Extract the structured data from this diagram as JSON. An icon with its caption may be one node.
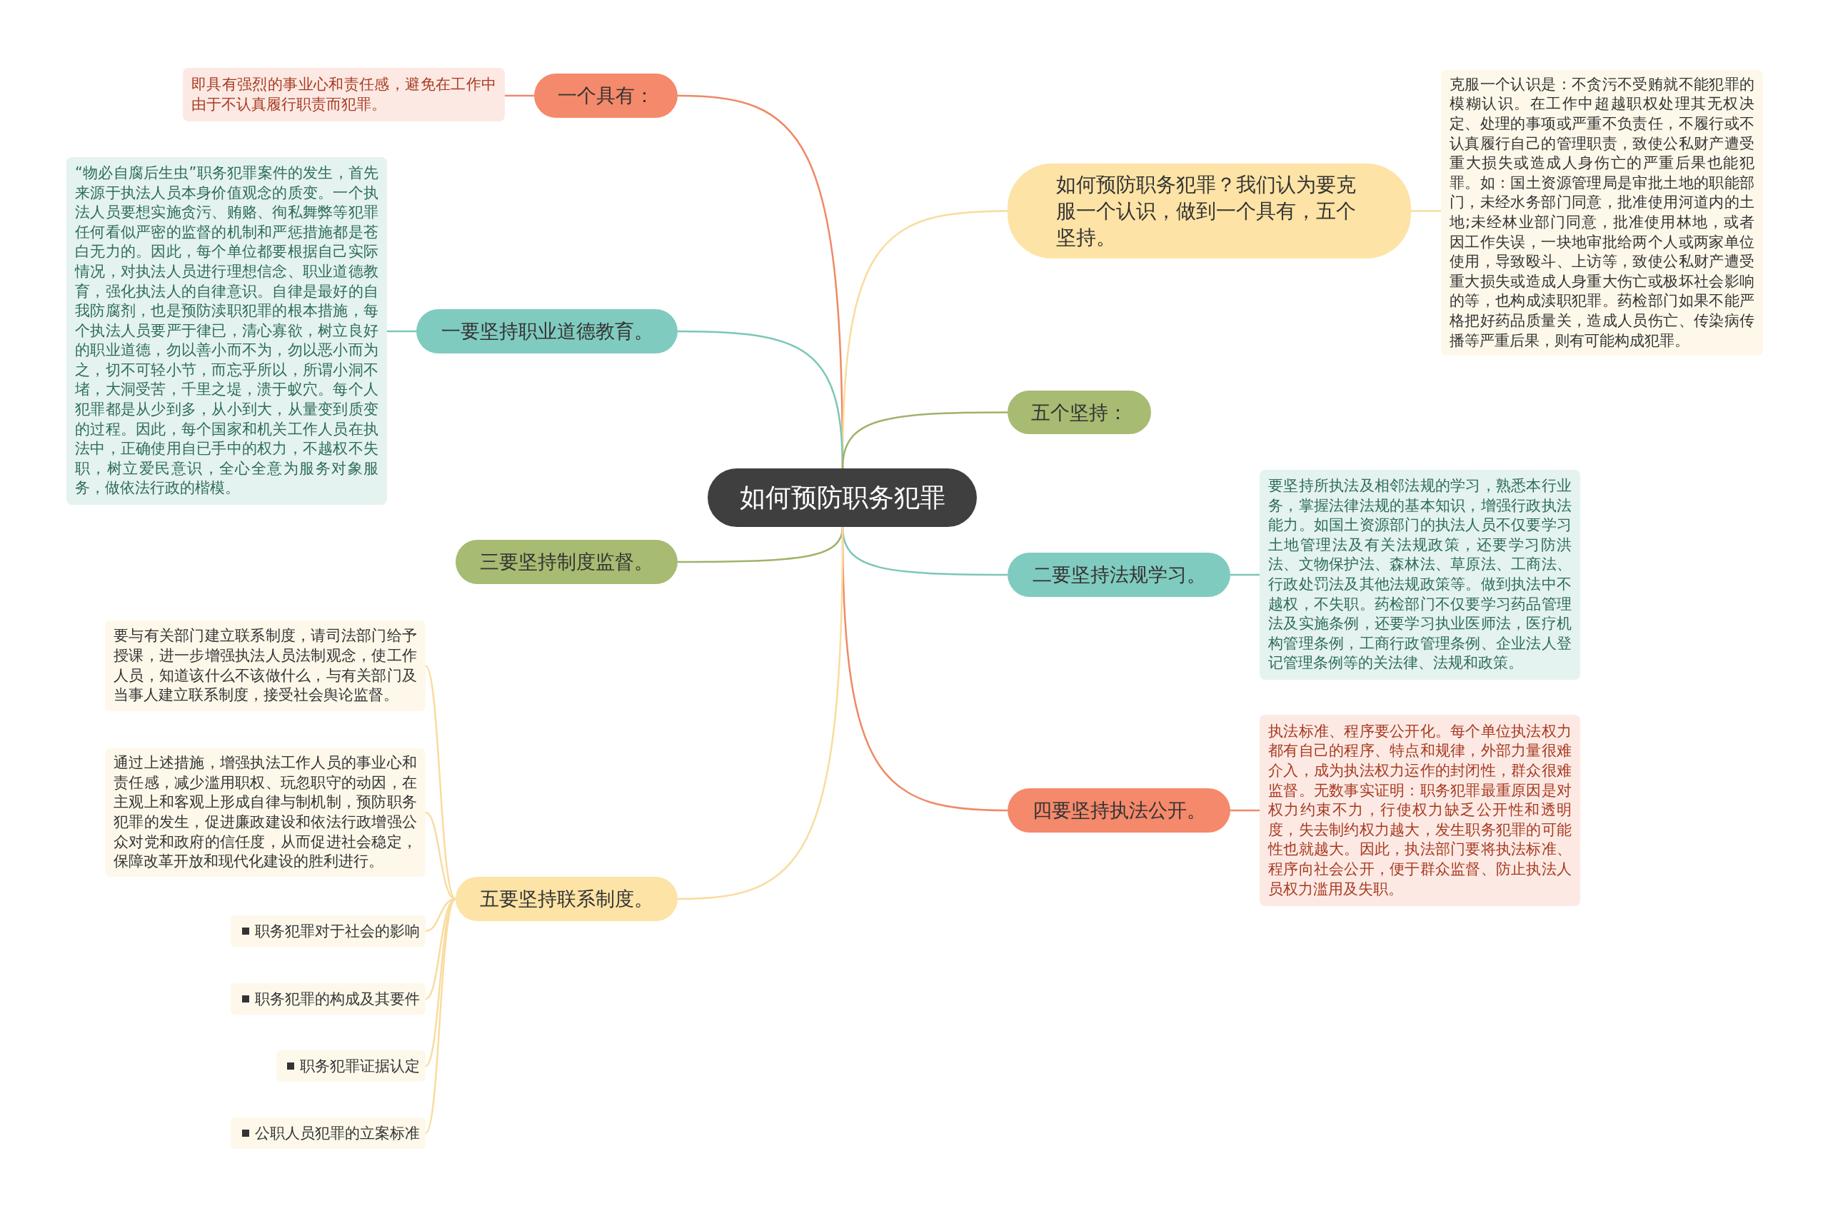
{
  "diagram": {
    "nodes": [
      {
        "text": [
          "如何预防职务犯罪"
        ]
      },
      {
        "text": [
          "一个具有："
        ]
      },
      {
        "text": [
          "即具有强烈的事业心和责任感，避免在工作中由于不认真履行职责而犯罪。"
        ]
      },
      {
        "text": [
          "如何预防职务犯罪？我们认为要克服一个认识，做到一个具有，五个坚持。"
        ]
      },
      {
        "text": [
          "克服一个认识是：不贪污不受贿就不能犯罪的模糊认识。在工作中超越职权处理其无权决定、处理的事项或严重不负责任，不履行或不认真履行自己的管理职责，致使公私财产遭受重大损失或造成人身伤亡的严重后果也能犯罪。如：国土资源管理局是审批土地的职能部门，未经水务部门同意，批准使用河道内的土地;未经林业部门同意，批准使用林地，或者因工作失误，一块地审批给两个人或两家单位使用，导致殴斗、上访等，致使公私财产遭受重大损失或造成人身重大伤亡或极坏社会影响的等，也构成渎职犯罪。药检部门如果不能严格把好药品质量关，造成人员伤亡、传染病传播等严重后果，则有可能构成犯罪。"
        ]
      },
      {
        "text": [
          "一要坚持职业道德教育。"
        ]
      },
      {
        "text": [
          "“物必自腐后生虫”职务犯罪案件的发生，首先来源于执法人员本身价值观念的质变。一个执法人员要想实施贪污、贿赂、徇私舞弊等犯罪任何看似严密的监督的机制和严惩措施都是苍白无力的。因此，每个单位都要根据自己实际情况，对执法人员进行理想信念、职业道德教育，强化执法人的自律意识。自律是最好的自我防腐剂，也是预防渎职犯罪的根本措施，每个执法人员要严于律已，清心寡欲，树立良好的职业道德，勿以善小而不为，勿以恶小而为之，切不可轻小节，而忘乎所以，所谓小洞不堵，大洞受苦，千里之堤，溃于蚁穴。每个人犯罪都是从少到多，从小到大，从量变到质变的过程。因此，每个国家和机关工作人员在执法中，正确使用自已手中的权力，不越权不失职，树立爱民意识，全心全意为服务对象服务，做依法行政的楷模。"
        ]
      },
      {
        "text": [
          "五个坚持："
        ]
      },
      {
        "text": [
          "二要坚持法规学习。"
        ]
      },
      {
        "text": [
          "要坚持所执法及相邻法规的学习，熟悉本行业务，掌握法律法规的基本知识，增强行政执法能力。如国土资源部门的执法人员不仅要学习土地管理法及有关法规政策，还要学习防洪法、文物保护法、森林法、草原法、工商法、行政处罚法及其他法规政策等。做到执法中不越权，不失职。药检部门不仅要学习药品管理法及实施条例，还要学习执业医师法，医疗机构管理条例，工商行政管理条例、企业法人登记管理条例等的关法律、法规和政策。"
        ]
      },
      {
        "text": [
          "三要坚持制度监督。"
        ]
      },
      {
        "text": [
          "四要坚持执法公开。"
        ]
      },
      {
        "text": [
          "执法标准、程序要公开化。每个单位执法权力都有自己的程序、特点和规律，外部力量很难介入，成为执法权力运作的封闭性，群众很难监督。无数事实证明：职务犯罪最重原因是对权力约束不力，行使权力缺乏公开性和透明度，失去制约权力越大，发生职务犯罪的可能性也就越大。因此，执法部门要将执法标准、程序向社会公开，便于群众监督、防止执法人员权力滥用及失职。"
        ]
      },
      {
        "text": [
          "五要坚持联系制度。"
        ]
      },
      {
        "text": [
          "要与有关部门建立联系制度，请司法部门给予授课，进一步增强执法人员法制观念，使工作人员，知道该什么不该做什么，与有关部门及当事人建立联系制度，接受社会舆论监督。"
        ]
      },
      {
        "text": [
          "通过上述措施，增强执法工作人员的事业心和责任感，减少滥用职权、玩忽职守的动因，在主观上和客观上形成自律与制机制，预防职务犯罪的发生，促进廉政建设和依法行政增强公众对党和政府的信任度，从而促进社会稳定，保障改革开放和现代化建设的胜利进行。"
        ]
      },
      {
        "text": [
          "职务犯罪对于社会的影响"
        ]
      },
      {
        "text": [
          "职务犯罪的构成及其要件"
        ]
      },
      {
        "text": [
          "职务犯罪证据认定"
        ]
      },
      {
        "text": [
          "公职人员犯罪的立案标准"
        ]
      }
    ],
    "edges": [
      {
        "from": 0,
        "to": 1,
        "arrow": "none",
        "color": "#ee8a67"
      },
      {
        "from": 1,
        "to": 2,
        "arrow": "none",
        "color": "#ee8a67"
      },
      {
        "from": 0,
        "to": 3,
        "arrow": "none"
      },
      {
        "from": 3,
        "to": 4,
        "arrow": "none"
      },
      {
        "from": 0,
        "to": 5,
        "arrow": "none",
        "color": "#7cc6b8"
      },
      {
        "from": 5,
        "to": 6,
        "arrow": "none",
        "color": "#7cc6b8"
      },
      {
        "from": 0,
        "to": 7,
        "arrow": "none",
        "color": "#9fb36a"
      },
      {
        "from": 0,
        "to": 8,
        "arrow": "none",
        "color": "#7cc6b8"
      },
      {
        "from": 8,
        "to": 9,
        "arrow": "none",
        "color": "#7cc6b8"
      },
      {
        "from": 0,
        "to": 10,
        "arrow": "none",
        "color": "#9fb36a"
      },
      {
        "from": 0,
        "to": 11,
        "arrow": "none",
        "color": "#ee8a67"
      },
      {
        "from": 11,
        "to": 12,
        "arrow": "none",
        "color": "#ee8a67"
      },
      {
        "from": 0,
        "to": 13,
        "arrow": "none"
      },
      {
        "from": 13,
        "to": 14,
        "arrow": "none"
      },
      {
        "from": 13,
        "to": 15,
        "arrow": "none"
      },
      {
        "from": 13,
        "to": 16,
        "arrow": "none"
      },
      {
        "from": 13,
        "to": 17,
        "arrow": "none"
      },
      {
        "from": 13,
        "to": 18,
        "arrow": "none"
      },
      {
        "from": 13,
        "to": 19,
        "arrow": "none"
      }
    ]
  }
}
